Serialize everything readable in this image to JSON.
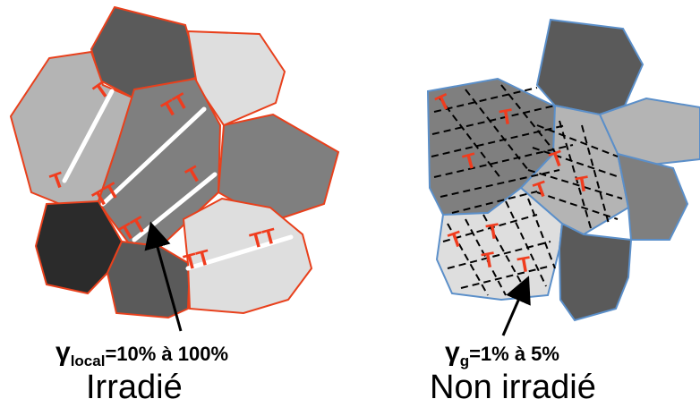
{
  "left_panel": {
    "caption": "Irradié",
    "formula": {
      "symbol": "γ",
      "subscript": "local",
      "value": "=10% à 100%"
    }
  },
  "right_panel": {
    "caption": "Non irradié",
    "formula": {
      "symbol": "γ",
      "subscript": "g",
      "value": "=1% à 5%"
    }
  },
  "colors": {
    "irradiated_edge": "#e8401c",
    "non_irradiated_edge": "#5b8fc9",
    "dislocation": "#f03c1e",
    "slip_channel": "#ffffff",
    "grain_very_dark": "#2b2b2b",
    "grain_dark": "#5a5a5a",
    "grain_mid": "#7f7f7f",
    "grain_light": "#b4b4b4",
    "grain_very_light": "#dedede"
  },
  "icons": {
    "dislocation_symbol": "T",
    "arrow": "arrow-up"
  }
}
